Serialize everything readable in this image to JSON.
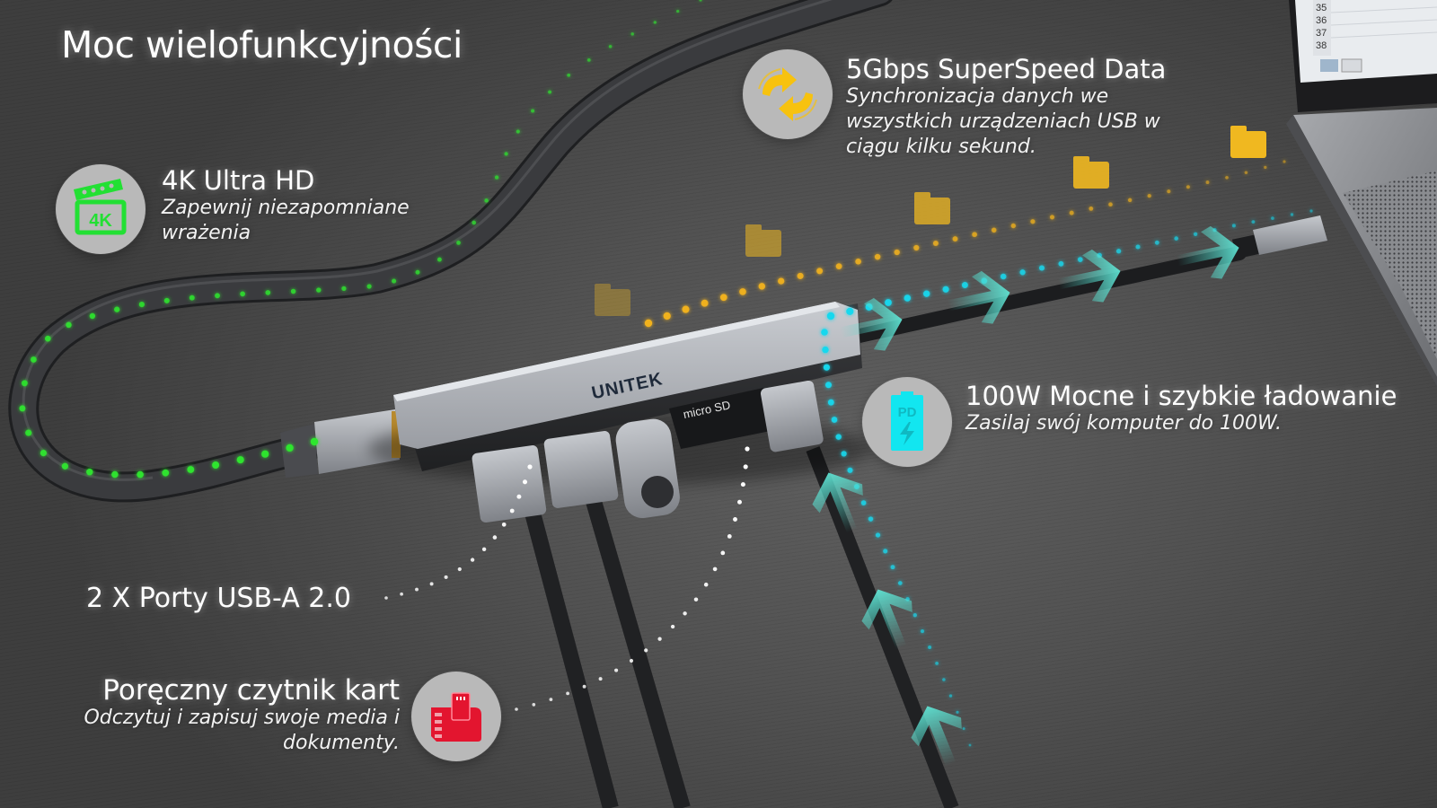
{
  "page": {
    "title": "Moc wielofunkcyjności",
    "brand_logo_text": "UNITEK",
    "card_slot_label": "micro SD"
  },
  "features": [
    {
      "id": "4k",
      "icon": "4k-clapperboard-icon",
      "icon_color": "#22e033",
      "heading": "4K Ultra HD",
      "desc_lines": [
        "Zapewnij niezapomniane",
        "wrażenia"
      ]
    },
    {
      "id": "data",
      "icon": "sync-arrows-icon",
      "icon_color": "#f7c20f",
      "heading": "5Gbps SuperSpeed Data",
      "desc_lines": [
        "Synchronizacja danych we",
        "wszystkich urządzeniach USB w",
        "ciągu kilku sekund."
      ]
    },
    {
      "id": "pd",
      "icon": "pd-battery-icon",
      "icon_color": "#12e6f0",
      "icon_text": "PD",
      "heading": "100W Mocne i szybkie ładowanie",
      "desc_lines": [
        "Zasilaj swój komputer do 100W."
      ]
    },
    {
      "id": "usb",
      "heading": "2 X Porty USB-A 2.0"
    },
    {
      "id": "card",
      "icon": "sd-card-reader-icon",
      "icon_color": "#e3152f",
      "heading": "Poręczny czytnik kart",
      "desc_lines": [
        "Odczytuj i zapisuj swoje media i",
        "dokumenty."
      ]
    }
  ],
  "laptop_screen": {
    "row_numbers": [
      "35",
      "36",
      "37",
      "38"
    ]
  },
  "colors": {
    "hdmi_dots": "#2ee62e",
    "data_dots": "#f2b21c",
    "pd_dots": "#18d8ee",
    "usb_dots": "#ffffff",
    "folder": "#f0b820",
    "hub_body": "#a9acb2",
    "cable": "#2a2b2e"
  }
}
